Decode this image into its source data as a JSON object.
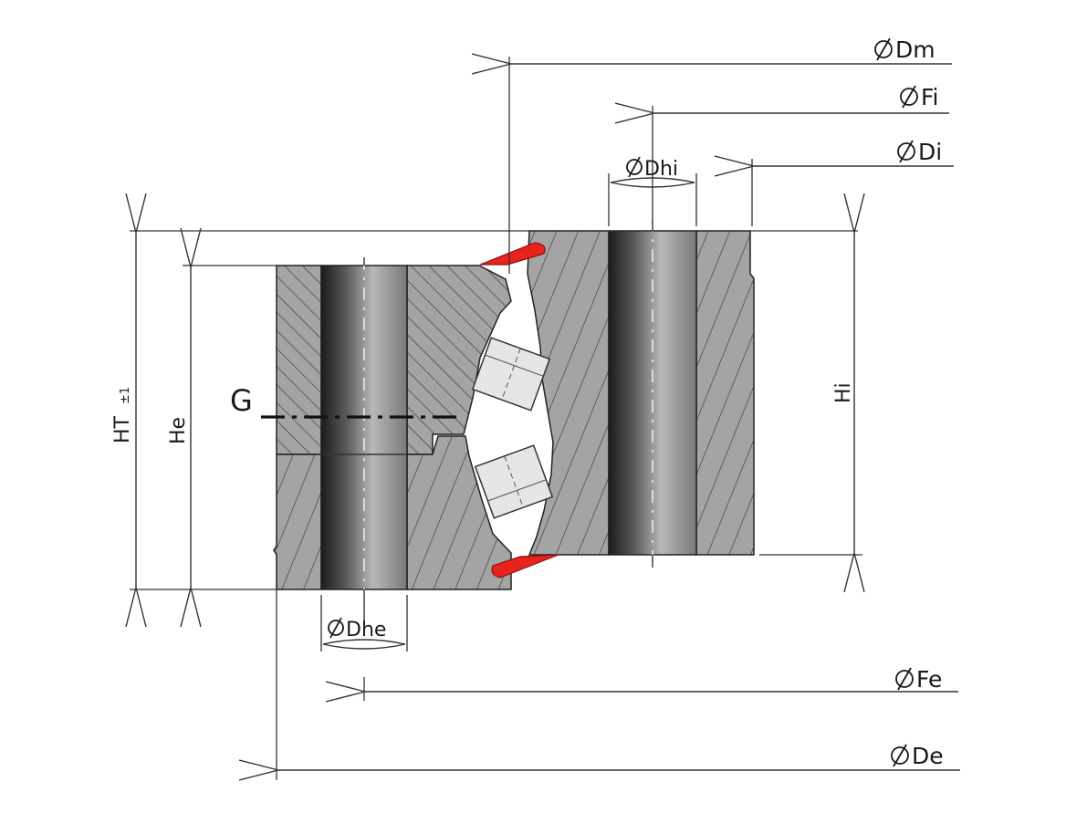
{
  "labels": {
    "dm": "Dm",
    "fi": "Fi",
    "di": "Di",
    "dhi": "Dhi",
    "dhe": "Dhe",
    "fe": "Fe",
    "de": "De",
    "ht": "HT",
    "ht_tol": "±1",
    "he": "He",
    "hi": "Hi",
    "g": "G"
  },
  "colors": {
    "steel": "#a4a4a4",
    "hatch": "#3a3a3a",
    "seal": "#e8221c",
    "roller": "#e6e6e6",
    "line": "#333333"
  },
  "icons": {
    "diameter": "diameter-symbol-icon"
  }
}
